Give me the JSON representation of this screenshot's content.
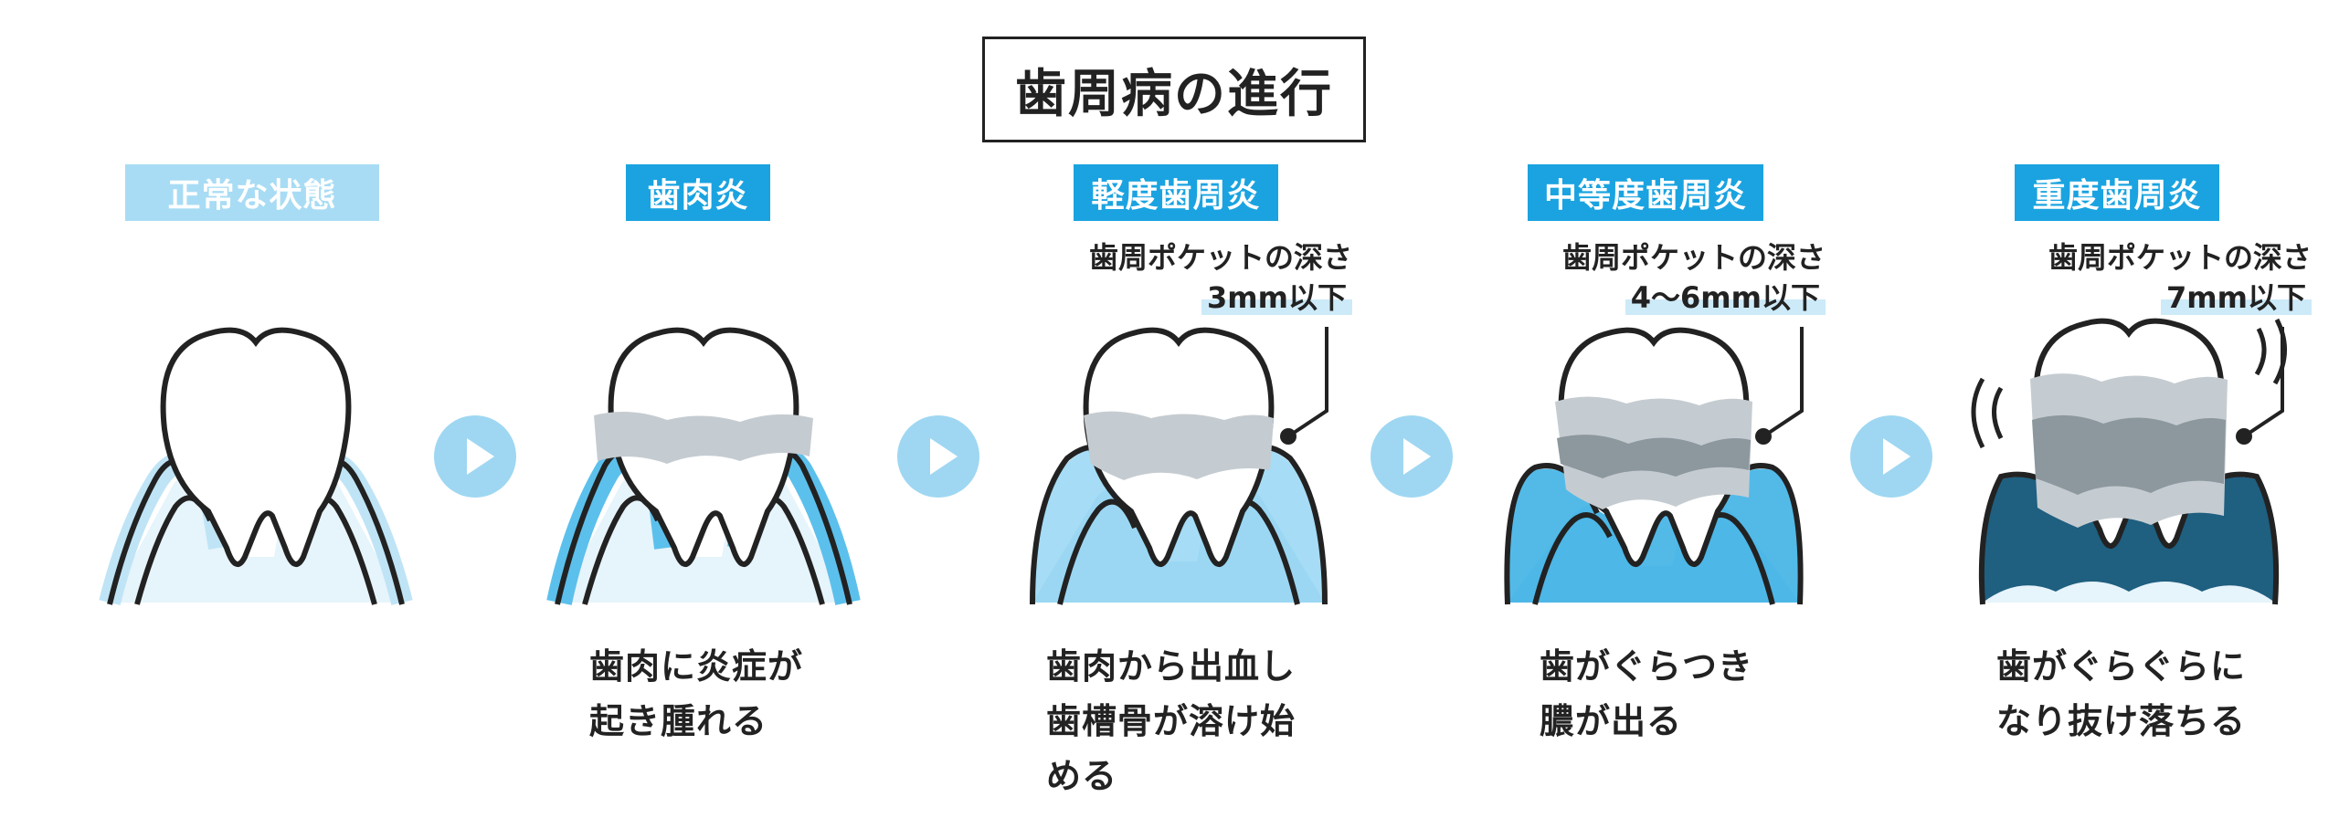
{
  "title": "歯周病の進行",
  "stages": [
    {
      "label": "正常な状態",
      "pocket_title": "",
      "pocket_value": "",
      "caption_lines": []
    },
    {
      "label": "歯肉炎",
      "pocket_title": "",
      "pocket_value": "",
      "caption_lines": [
        "歯肉に炎症が",
        "起き腫れる"
      ]
    },
    {
      "label": "軽度歯周炎",
      "pocket_title": "歯周ポケットの深さ",
      "pocket_value": "3mm以下",
      "caption_lines": [
        "歯肉から出血し",
        "歯槽骨が溶け始",
        "める"
      ]
    },
    {
      "label": "中等度歯周炎",
      "pocket_title": "歯周ポケットの深さ",
      "pocket_value": "4〜6mm以下",
      "caption_lines": [
        "歯がぐらつき",
        "膿が出る"
      ]
    },
    {
      "label": "重度歯周炎",
      "pocket_title": "歯周ポケットの深さ",
      "pocket_value": "7mm以下",
      "caption_lines": [
        "歯がぐらぐらに",
        "なり抜け落ちる"
      ]
    }
  ],
  "colors": {
    "accent": "#1aa3e0",
    "accent_light": "#a8dcf4",
    "arrow": "#9fd7f2",
    "gum_light": "#bfe4f6",
    "gum_mid": "#5cc0ec",
    "gum_dark": "#1f5f80",
    "bone": "#e6f4fb",
    "plaque": "#c5ccd1",
    "plaque_dark": "#8c979e"
  }
}
